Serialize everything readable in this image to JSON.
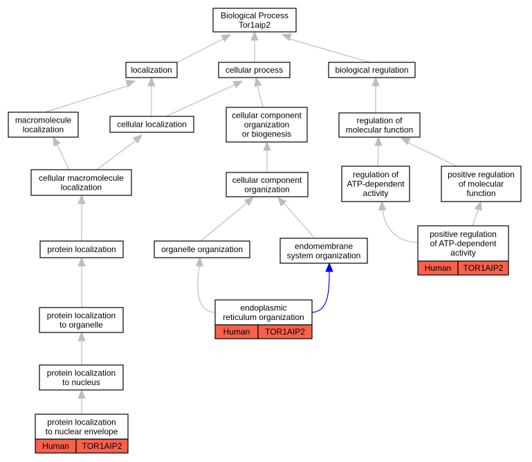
{
  "nodes": {
    "root": [
      "Biological Process",
      "Tor1aip2"
    ],
    "loc": [
      "localization"
    ],
    "cp": [
      "cellular process"
    ],
    "br": [
      "biological regulation"
    ],
    "ml": [
      "macromolecule",
      "localization"
    ],
    "cl": [
      "cellular localization"
    ],
    "ccob": [
      "cellular component",
      "organization",
      "or biogenesis"
    ],
    "rmf": [
      "regulation of",
      "molecular function"
    ],
    "cml": [
      "cellular macromolecule",
      "localization"
    ],
    "cco": [
      "cellular component",
      "organization"
    ],
    "radp": [
      "regulation of",
      "ATP-dependent",
      "activity"
    ],
    "prmf": [
      "positive regulation",
      "of molecular",
      "function"
    ],
    "prat": [
      "positive regulation",
      "of ATP-dependent",
      "activity"
    ],
    "pl": [
      "protein localization"
    ],
    "oo": [
      "organelle organization"
    ],
    "eso": [
      "endomembrane",
      "system organization"
    ],
    "ero": [
      "endoplasmic",
      "reticulum organization"
    ],
    "plto": [
      "protein localization",
      "to organelle"
    ],
    "pltn": [
      "protein localization",
      "to nucleus"
    ],
    "pltne": [
      "protein localization",
      "to nuclear envelope"
    ]
  },
  "annotations": {
    "species": "Human",
    "gene": "TOR1AIP2",
    "color": "#fa604b"
  },
  "colors": {
    "edge": "#bdbdbd",
    "highlight_edge": "#0000ee"
  }
}
